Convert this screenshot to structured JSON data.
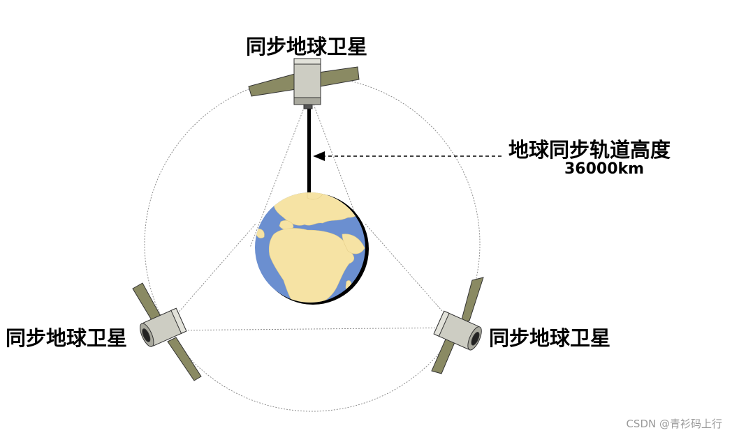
{
  "labels": {
    "satellite_top": "同步地球卫星",
    "satellite_left": "同步地球卫星",
    "satellite_right": "同步地球卫星",
    "orbit_altitude": "地球同步轨道高度",
    "orbit_altitude_value": "36000km"
  },
  "watermark": "CSDN @青衫码上行",
  "colors": {
    "ocean": "#6b8fd0",
    "land": "#f6e3a4",
    "satellite_body": "#cdcdc3",
    "solar_panel": "#8a8a63",
    "orbit_line": "#8c8c8c"
  }
}
